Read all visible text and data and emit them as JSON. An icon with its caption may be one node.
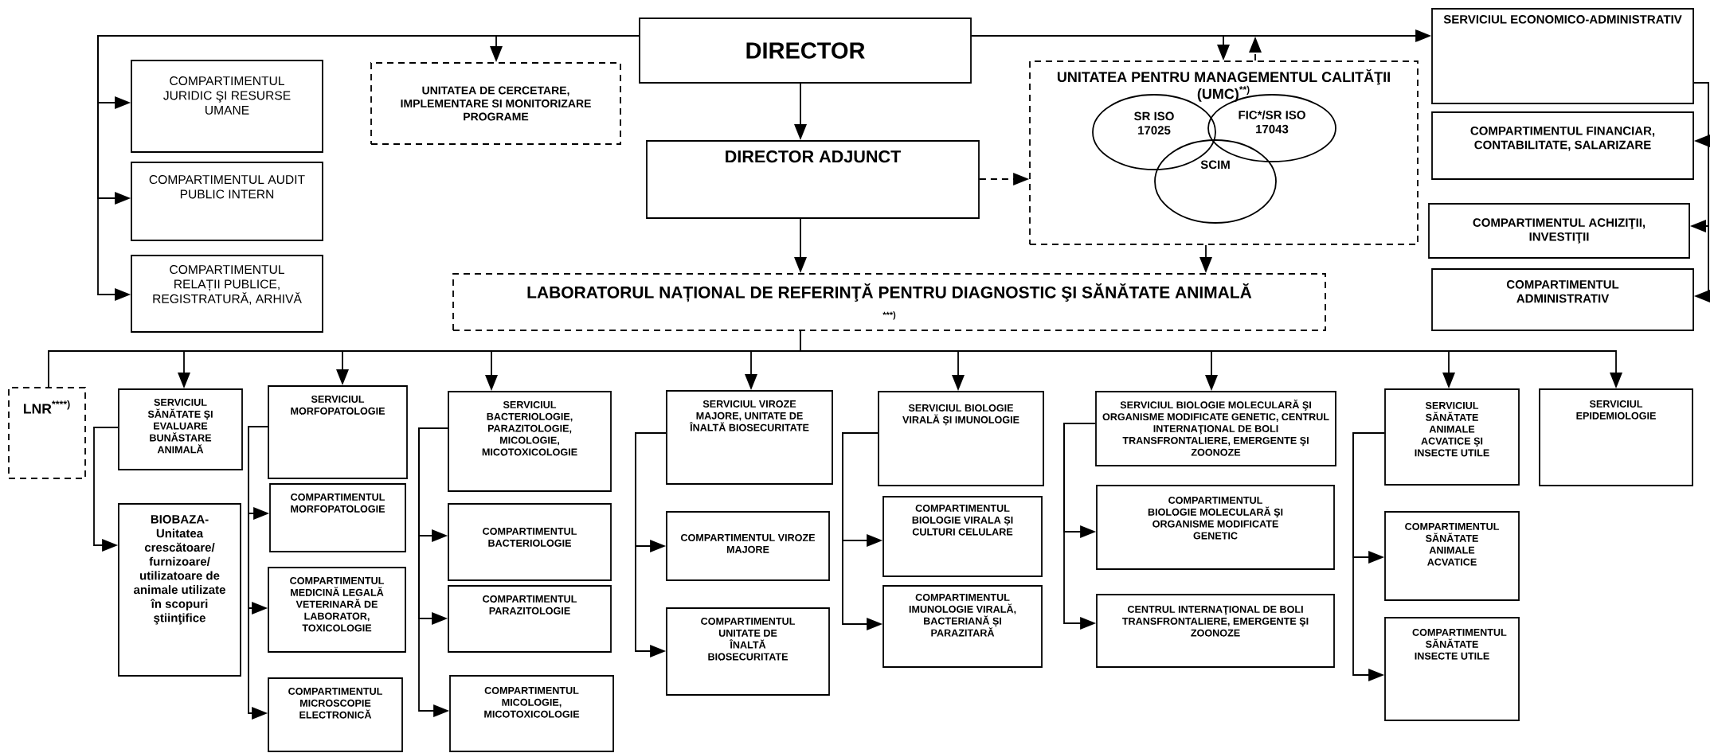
{
  "diagram": {
    "nodes": [
      {
        "text": [
          "DIRECTOR"
        ]
      },
      {
        "text": [
          "COMPARTIMENTUL JURIDIC ŞI RESURSE UMANE"
        ]
      },
      {
        "text": [
          "COMPARTIMENTUL AUDIT PUBLIC INTERN"
        ]
      },
      {
        "text": [
          "COMPARTIMENTUL RELAȚII PUBLICE, REGISTRATURĂ, ARHIVĂ"
        ]
      },
      {
        "text": [
          "UNITATEA DE CERCETARE, IMPLEMENTARE SI MONITORIZARE PROGRAME"
        ]
      },
      {
        "text": [
          "UNITATEA PENTRU MANAGEMENTUL CALITĂŢII (UMC)",
          "**)"
        ]
      },
      {
        "text": [
          "SR ISO 17025"
        ],
        "in": 5
      },
      {
        "text": [
          "FIC*/SR ISO 17043"
        ],
        "in": 5
      },
      {
        "text": [
          "SCIM"
        ],
        "in": 5
      },
      {
        "text": [
          "DIRECTOR ADJUNCT"
        ]
      },
      {
        "text": [
          "SERVICIUL ECONOMICO-ADMINISTRATIV"
        ]
      },
      {
        "text": [
          "COMPARTIMENTUL FINANCIAR, CONTABILITATE, SALARIZARE"
        ]
      },
      {
        "text": [
          "COMPARTIMENTUL ACHIZIŢII, INVESTIŢII"
        ]
      },
      {
        "text": [
          "COMPARTIMENTUL ADMINISTRATIV"
        ]
      },
      {
        "text": [
          "LABORATORUL NAȚIONAL DE REFERINŢĂ PENTRU DIAGNOSTIC ŞI SĂNĂTATE ANIMALĂ",
          "***)"
        ]
      },
      {
        "text": [
          "LNR",
          "****)"
        ]
      },
      {
        "text": [
          "SERVICIUL SĂNĂTATE ŞI EVALUARE BUNĂSTARE ANIMALĂ"
        ]
      },
      {
        "text": [
          "BIOBAZA- Unitatea crescătoare/ furnizoare/ utilizatoare de animale utilizate în scopuri ştiinţifice"
        ]
      },
      {
        "text": [
          "SERVICIUL MORFOPATOLOGIE"
        ]
      },
      {
        "text": [
          "COMPARTIMENTUL MORFOPATOLOGIE"
        ]
      },
      {
        "text": [
          "COMPARTIMENTUL MEDICINĂ LEGALĂ VETERINARĂ DE LABORATOR, TOXICOLOGIE"
        ]
      },
      {
        "text": [
          "COMPARTIMENTUL MICROSCOPIE ELECTRONICĂ"
        ]
      },
      {
        "text": [
          "SERVICIUL BACTERIOLOGIE, PARAZITOLOGIE, MICOLOGIE, MICOTOXICOLOGIE"
        ]
      },
      {
        "text": [
          "COMPARTIMENTUL BACTERIOLOGIE"
        ]
      },
      {
        "text": [
          "COMPARTIMENTUL PARAZITOLOGIE"
        ]
      },
      {
        "text": [
          "COMPARTIMENTUL MICOLOGIE, MICOTOXICOLOGIE"
        ]
      },
      {
        "text": [
          "SERVICIUL VIROZE MAJORE, UNITATE DE ÎNALTĂ BIOSECURITATE"
        ]
      },
      {
        "text": [
          "COMPARTIMENTUL VIROZE MAJORE"
        ]
      },
      {
        "text": [
          "COMPARTIMENTUL UNITATE DE ÎNALTĂ BIOSECURITATE"
        ]
      },
      {
        "text": [
          "SERVICIUL BIOLOGIE VIRALĂ ȘI IMUNOLOGIE"
        ]
      },
      {
        "text": [
          "COMPARTIMENTUL BIOLOGIE VIRALA ȘI CULTURI CELULARE"
        ]
      },
      {
        "text": [
          "COMPARTIMENTUL IMUNOLOGIE VIRALĂ, BACTERIANĂ ȘI PARAZITARĂ"
        ]
      },
      {
        "text": [
          "SERVICIUL BIOLOGIE MOLECULARĂ ŞI ORGANISME MODIFICATE GENETIC, CENTRUL INTERNAŢIONAL DE BOLI TRANSFRONTALIERE, EMERGENTE ŞI ZOONOZE"
        ]
      },
      {
        "text": [
          "COMPARTIMENTUL BIOLOGIE MOLECULARĂ ŞI ORGANISME MODIFICATE GENETIC"
        ]
      },
      {
        "text": [
          "CENTRUL INTERNAŢIONAL DE BOLI TRANSFRONTALIERE, EMERGENTE ŞI ZOONOZE"
        ]
      },
      {
        "text": [
          "SERVICIUL SĂNĂTATE ANIMALE ACVATICE ŞI INSECTE UTILE"
        ]
      },
      {
        "text": [
          "COMPARTIMENTUL SĂNĂTATE ANIMALE ACVATICE"
        ]
      },
      {
        "text": [
          "COMPARTIMENTUL SĂNĂTATE INSECTE UTILE"
        ]
      },
      {
        "text": [
          "SERVICIUL EPIDEMIOLOGIE"
        ]
      }
    ],
    "edges": [
      {
        "from": 0,
        "to": 1,
        "arrow": "to"
      },
      {
        "from": 0,
        "to": 2,
        "arrow": "to"
      },
      {
        "from": 0,
        "to": 3,
        "arrow": "to"
      },
      {
        "from": 0,
        "to": 4,
        "arrow": "to"
      },
      {
        "from": 0,
        "to": 9,
        "arrow": "to"
      },
      {
        "from": 0,
        "to": 5,
        "arrow": "to"
      },
      {
        "from": 5,
        "to": null,
        "arrow": "to",
        "style": "dashed"
      },
      {
        "from": 0,
        "to": 10,
        "arrow": "to"
      },
      {
        "from": 10,
        "to": 11,
        "arrow": "to"
      },
      {
        "from": 10,
        "to": 12,
        "arrow": "to"
      },
      {
        "from": 10,
        "to": 13,
        "arrow": "to"
      },
      {
        "from": 9,
        "to": 5,
        "arrow": "to",
        "style": "dashed"
      },
      {
        "from": 9,
        "to": 14,
        "arrow": "to"
      },
      {
        "from": 5,
        "to": 14,
        "arrow": "to"
      },
      {
        "from": 14,
        "to": 15,
        "arrow": "none"
      },
      {
        "from": 14,
        "to": 16,
        "arrow": "to"
      },
      {
        "from": 14,
        "to": 18,
        "arrow": "to"
      },
      {
        "from": 14,
        "to": 22,
        "arrow": "to"
      },
      {
        "from": 14,
        "to": 26,
        "arrow": "to"
      },
      {
        "from": 14,
        "to": 29,
        "arrow": "to"
      },
      {
        "from": 14,
        "to": 32,
        "arrow": "to"
      },
      {
        "from": 14,
        "to": 35,
        "arrow": "to"
      },
      {
        "from": 14,
        "to": 38,
        "arrow": "to"
      },
      {
        "from": 16,
        "to": 17,
        "arrow": "to"
      },
      {
        "from": 18,
        "to": 19,
        "arrow": "to"
      },
      {
        "from": 18,
        "to": 20,
        "arrow": "to"
      },
      {
        "from": 18,
        "to": 21,
        "arrow": "to"
      },
      {
        "from": 22,
        "to": 23,
        "arrow": "to"
      },
      {
        "from": 22,
        "to": 24,
        "arrow": "to"
      },
      {
        "from": 22,
        "to": 25,
        "arrow": "to"
      },
      {
        "from": 26,
        "to": 27,
        "arrow": "to"
      },
      {
        "from": 26,
        "to": 28,
        "arrow": "to"
      },
      {
        "from": 29,
        "to": 30,
        "arrow": "to"
      },
      {
        "from": 29,
        "to": 31,
        "arrow": "to"
      },
      {
        "from": 32,
        "to": 33,
        "arrow": "to"
      },
      {
        "from": 32,
        "to": 34,
        "arrow": "to"
      },
      {
        "from": 35,
        "to": 36,
        "arrow": "to"
      },
      {
        "from": 35,
        "to": 37,
        "arrow": "to"
      }
    ]
  }
}
